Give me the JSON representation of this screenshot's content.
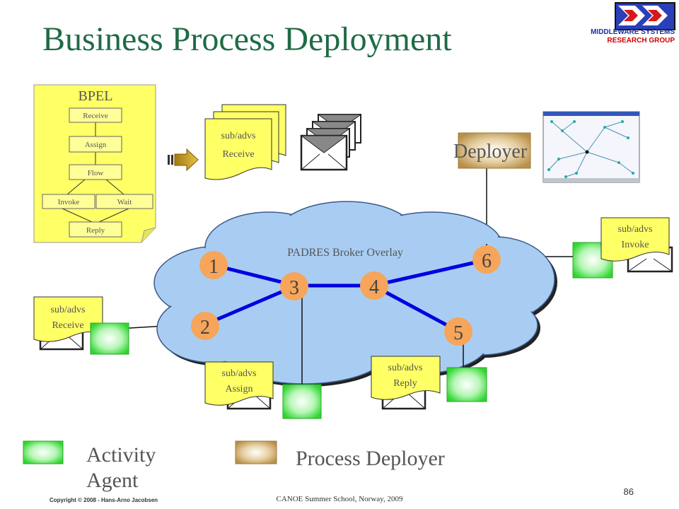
{
  "title": "Business Process Deployment",
  "logo": {
    "line1": "MIDDLEWARE SYSTEMS",
    "line2": "RESEARCH GROUP"
  },
  "bpel": {
    "title": "BPEL",
    "receive": "Receive",
    "assign": "Assign",
    "flow": "Flow",
    "invoke": "Invoke",
    "wait": "Wait",
    "reply": "Reply"
  },
  "top_doc": {
    "line1": "sub/advs",
    "line2": "Receive"
  },
  "deployer_label": "Deployer",
  "overlay_label": "PADRES Broker Overlay",
  "brokers": [
    "1",
    "2",
    "3",
    "4",
    "5",
    "6"
  ],
  "docs": {
    "receive": {
      "line1": "sub/advs",
      "line2": "Receive"
    },
    "assign": {
      "line1": "sub/advs",
      "line2": "Assign"
    },
    "reply": {
      "line1": "sub/advs",
      "line2": "Reply"
    },
    "invoke": {
      "line1": "sub/advs",
      "line2": "Invoke"
    }
  },
  "legend": {
    "activity_line1": "Activity",
    "activity_line2": "Agent",
    "deployer": "Process Deployer"
  },
  "footer": {
    "copyright": "Copyright © 2008 - Hans-Arno Jacobsen",
    "event": "CANOE Summer School, Norway, 2009",
    "page": "86"
  },
  "colors": {
    "title": "#1f6b45",
    "cloud": "#a9cdf2",
    "broker": "#f6a55a",
    "link": "#0000e0",
    "agent": "#3ee03e",
    "deployer": "#c8a25a",
    "doc": "#ffff66"
  }
}
